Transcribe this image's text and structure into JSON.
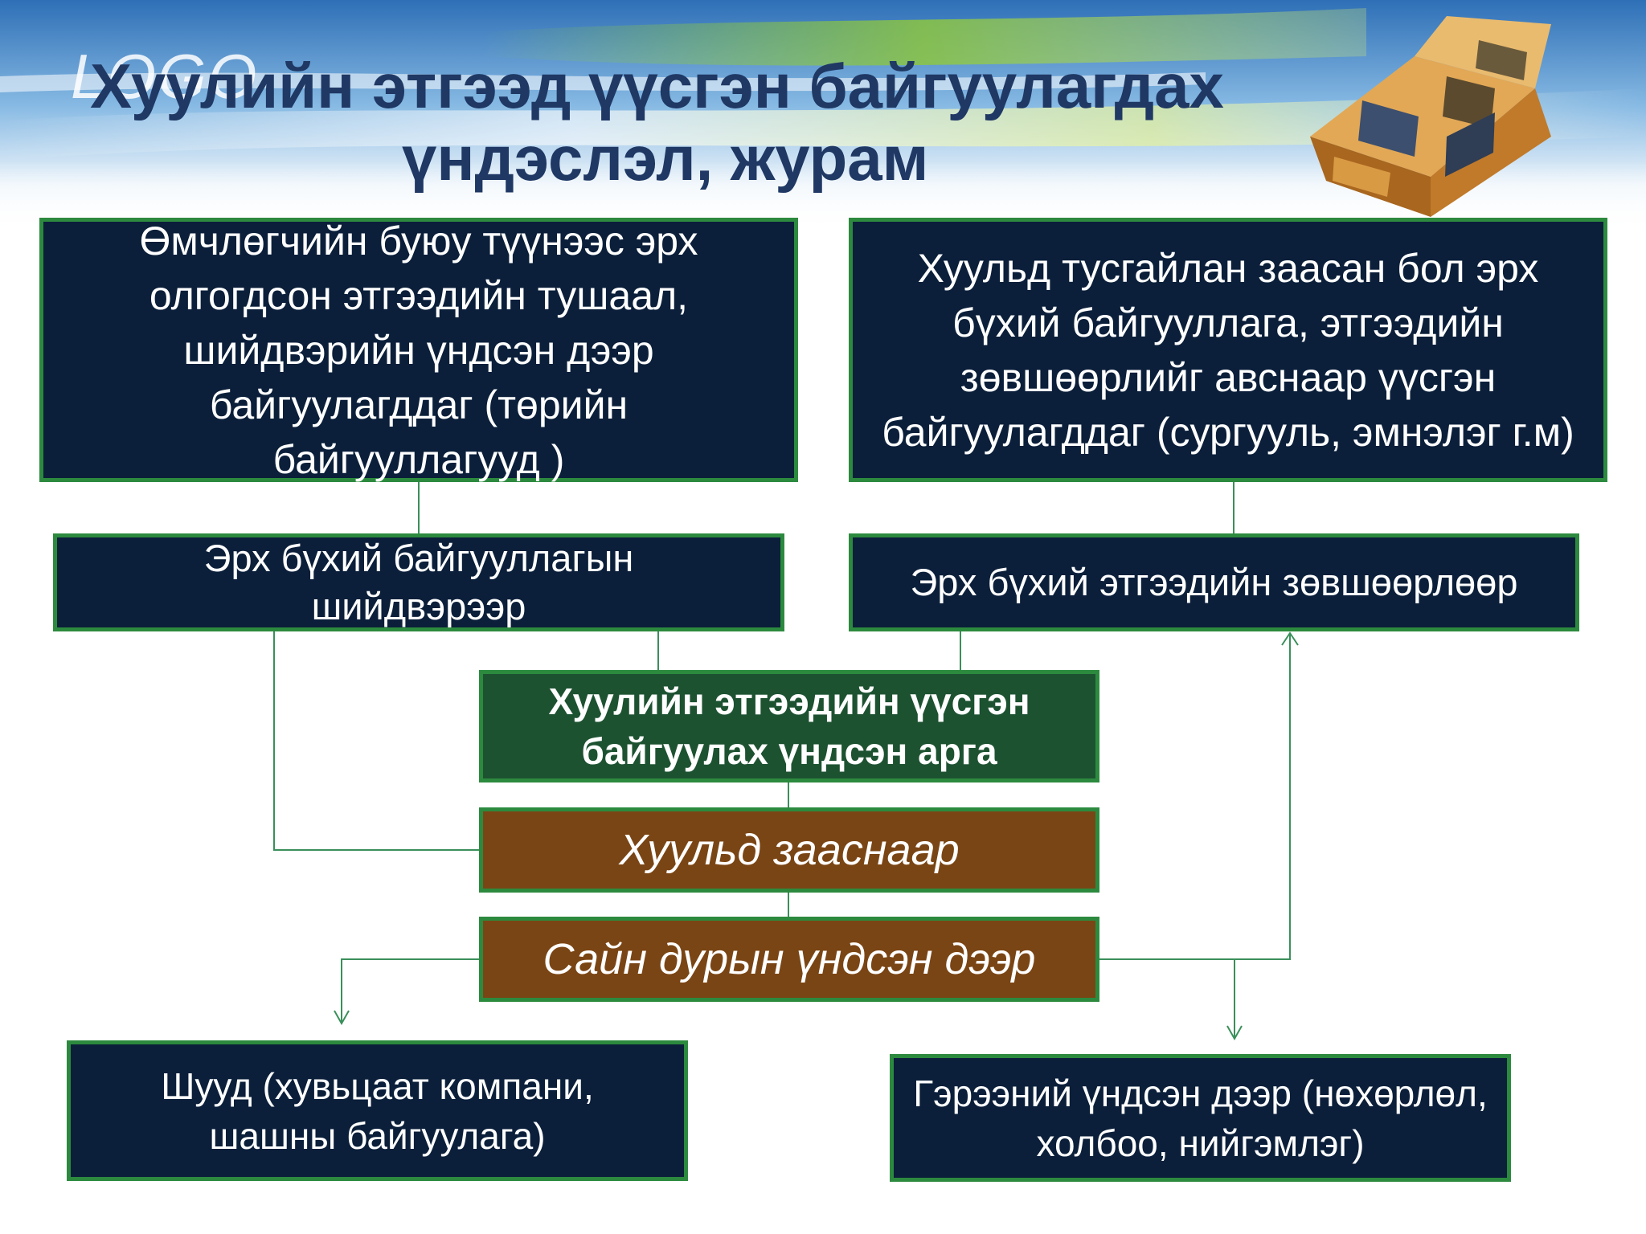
{
  "logo": "LOGO",
  "title": {
    "line1": "Хуулийн этгээд үүсгэн байгуулагдах",
    "line2": "үндэслэл, журам"
  },
  "boxes": {
    "top_left": "Өмчлөгчийн буюу түүнээс эрх олгогдсон этгээдийн тушаал, шийдвэрийн үндсэн дээр байгуулагддаг (төрийн байгууллагууд )",
    "top_right": "Хуульд тусгайлан заасан бол эрх бүхий байгууллага, этгээдийн зөвшөөрлийг авснаар үүсгэн байгуулагддаг (сургууль, эмнэлэг г.м)",
    "mid_left": "Эрх бүхий байгууллагын шийдвэрээр",
    "mid_right": "Эрх бүхий этгээдийн зөвшөөрлөөр",
    "center": "Хуулийн этгээдийн үүсгэн байгуулах үндсэн арга",
    "by_law": "Хуульд зааснаар",
    "voluntary": "Сайн дурын үндсэн дээр",
    "bottom_left": "Шууд (хувьцаат компани, шашны байгуулага)",
    "bottom_right": "Гэрээний үндсэн дээр (нөхөрлөл, холбоо, нийгэмлэг)"
  },
  "colors": {
    "title": "#1f3864",
    "box_navy": "#0b1f3a",
    "box_green": "#1d5231",
    "box_brown": "#7a4514",
    "border": "#2c8a3e"
  }
}
